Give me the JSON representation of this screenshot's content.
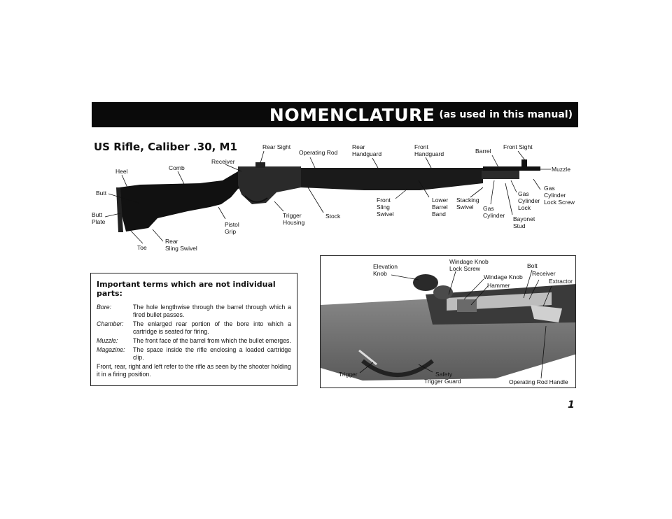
{
  "header": {
    "title": "NOMENCLATURE",
    "subtitle": "(as used in this manual)"
  },
  "rifle": {
    "title": "US Rifle, Caliber .30, M1",
    "labels": {
      "rear_sight": "Rear Sight",
      "operating_rod": "Operating Rod",
      "rear_handguard": "Rear\nHandguard",
      "front_handguard": "Front\nHandguard",
      "barrel": "Barrel",
      "front_sight": "Front Sight",
      "muzzle": "Muzzle",
      "receiver": "Receiver",
      "comb": "Comb",
      "heel": "Heel",
      "butt": "Butt",
      "butt_plate": "Butt\nPlate",
      "toe": "Toe",
      "rear_sling_swivel": "Rear\nSling Swivel",
      "pistol_grip": "Pistol\nGrip",
      "trigger_housing": "Trigger\nHousing",
      "stock": "Stock",
      "front_sling_swivel": "Front\nSling\nSwivel",
      "lower_barrel_band": "Lower\nBarrel\nBand",
      "stacking_swivel": "Stacking\nSwivel",
      "gas_cylinder": "Gas\nCylinder",
      "gas_cylinder_lock": "Gas\nCylinder\nLock",
      "gas_cylinder_lock_screw": "Gas\nCylinder\nLock Screw",
      "bayonet_stud": "Bayonet\nStud"
    }
  },
  "terms": {
    "title": "Important terms which are not individual parts:",
    "items": [
      {
        "term": "Bore:",
        "definition": "The hole lengthwise through the barrel through which a fired bullet passes."
      },
      {
        "term": "Chamber:",
        "definition": "The enlarged rear portion of the bore into which a cartridge is seated for firing."
      },
      {
        "term": "Muzzle:",
        "definition": "The front face of the barrel from which the bullet emerges."
      },
      {
        "term": "Magazine:",
        "definition": "The space inside the rifle enclosing a loaded cartridge clip."
      }
    ],
    "note": "Front, rear, right and left refer to the rifle as seen by the shooter holding it in a firing position."
  },
  "photo": {
    "labels": {
      "elevation_knob": "Elevation\nKnob",
      "windage_knob_lock_screw": "Windage Knob\nLock Screw",
      "bolt": "Bolt",
      "windage_knob": "Windage Knob",
      "hammer": "Hammer",
      "receiver": "Receiver",
      "extractor": "Extractor",
      "trigger": "Trigger",
      "safety": "Safety",
      "trigger_guard": "Trigger Guard",
      "operating_rod_handle": "Operating Rod Handle"
    }
  },
  "page_number": "1"
}
